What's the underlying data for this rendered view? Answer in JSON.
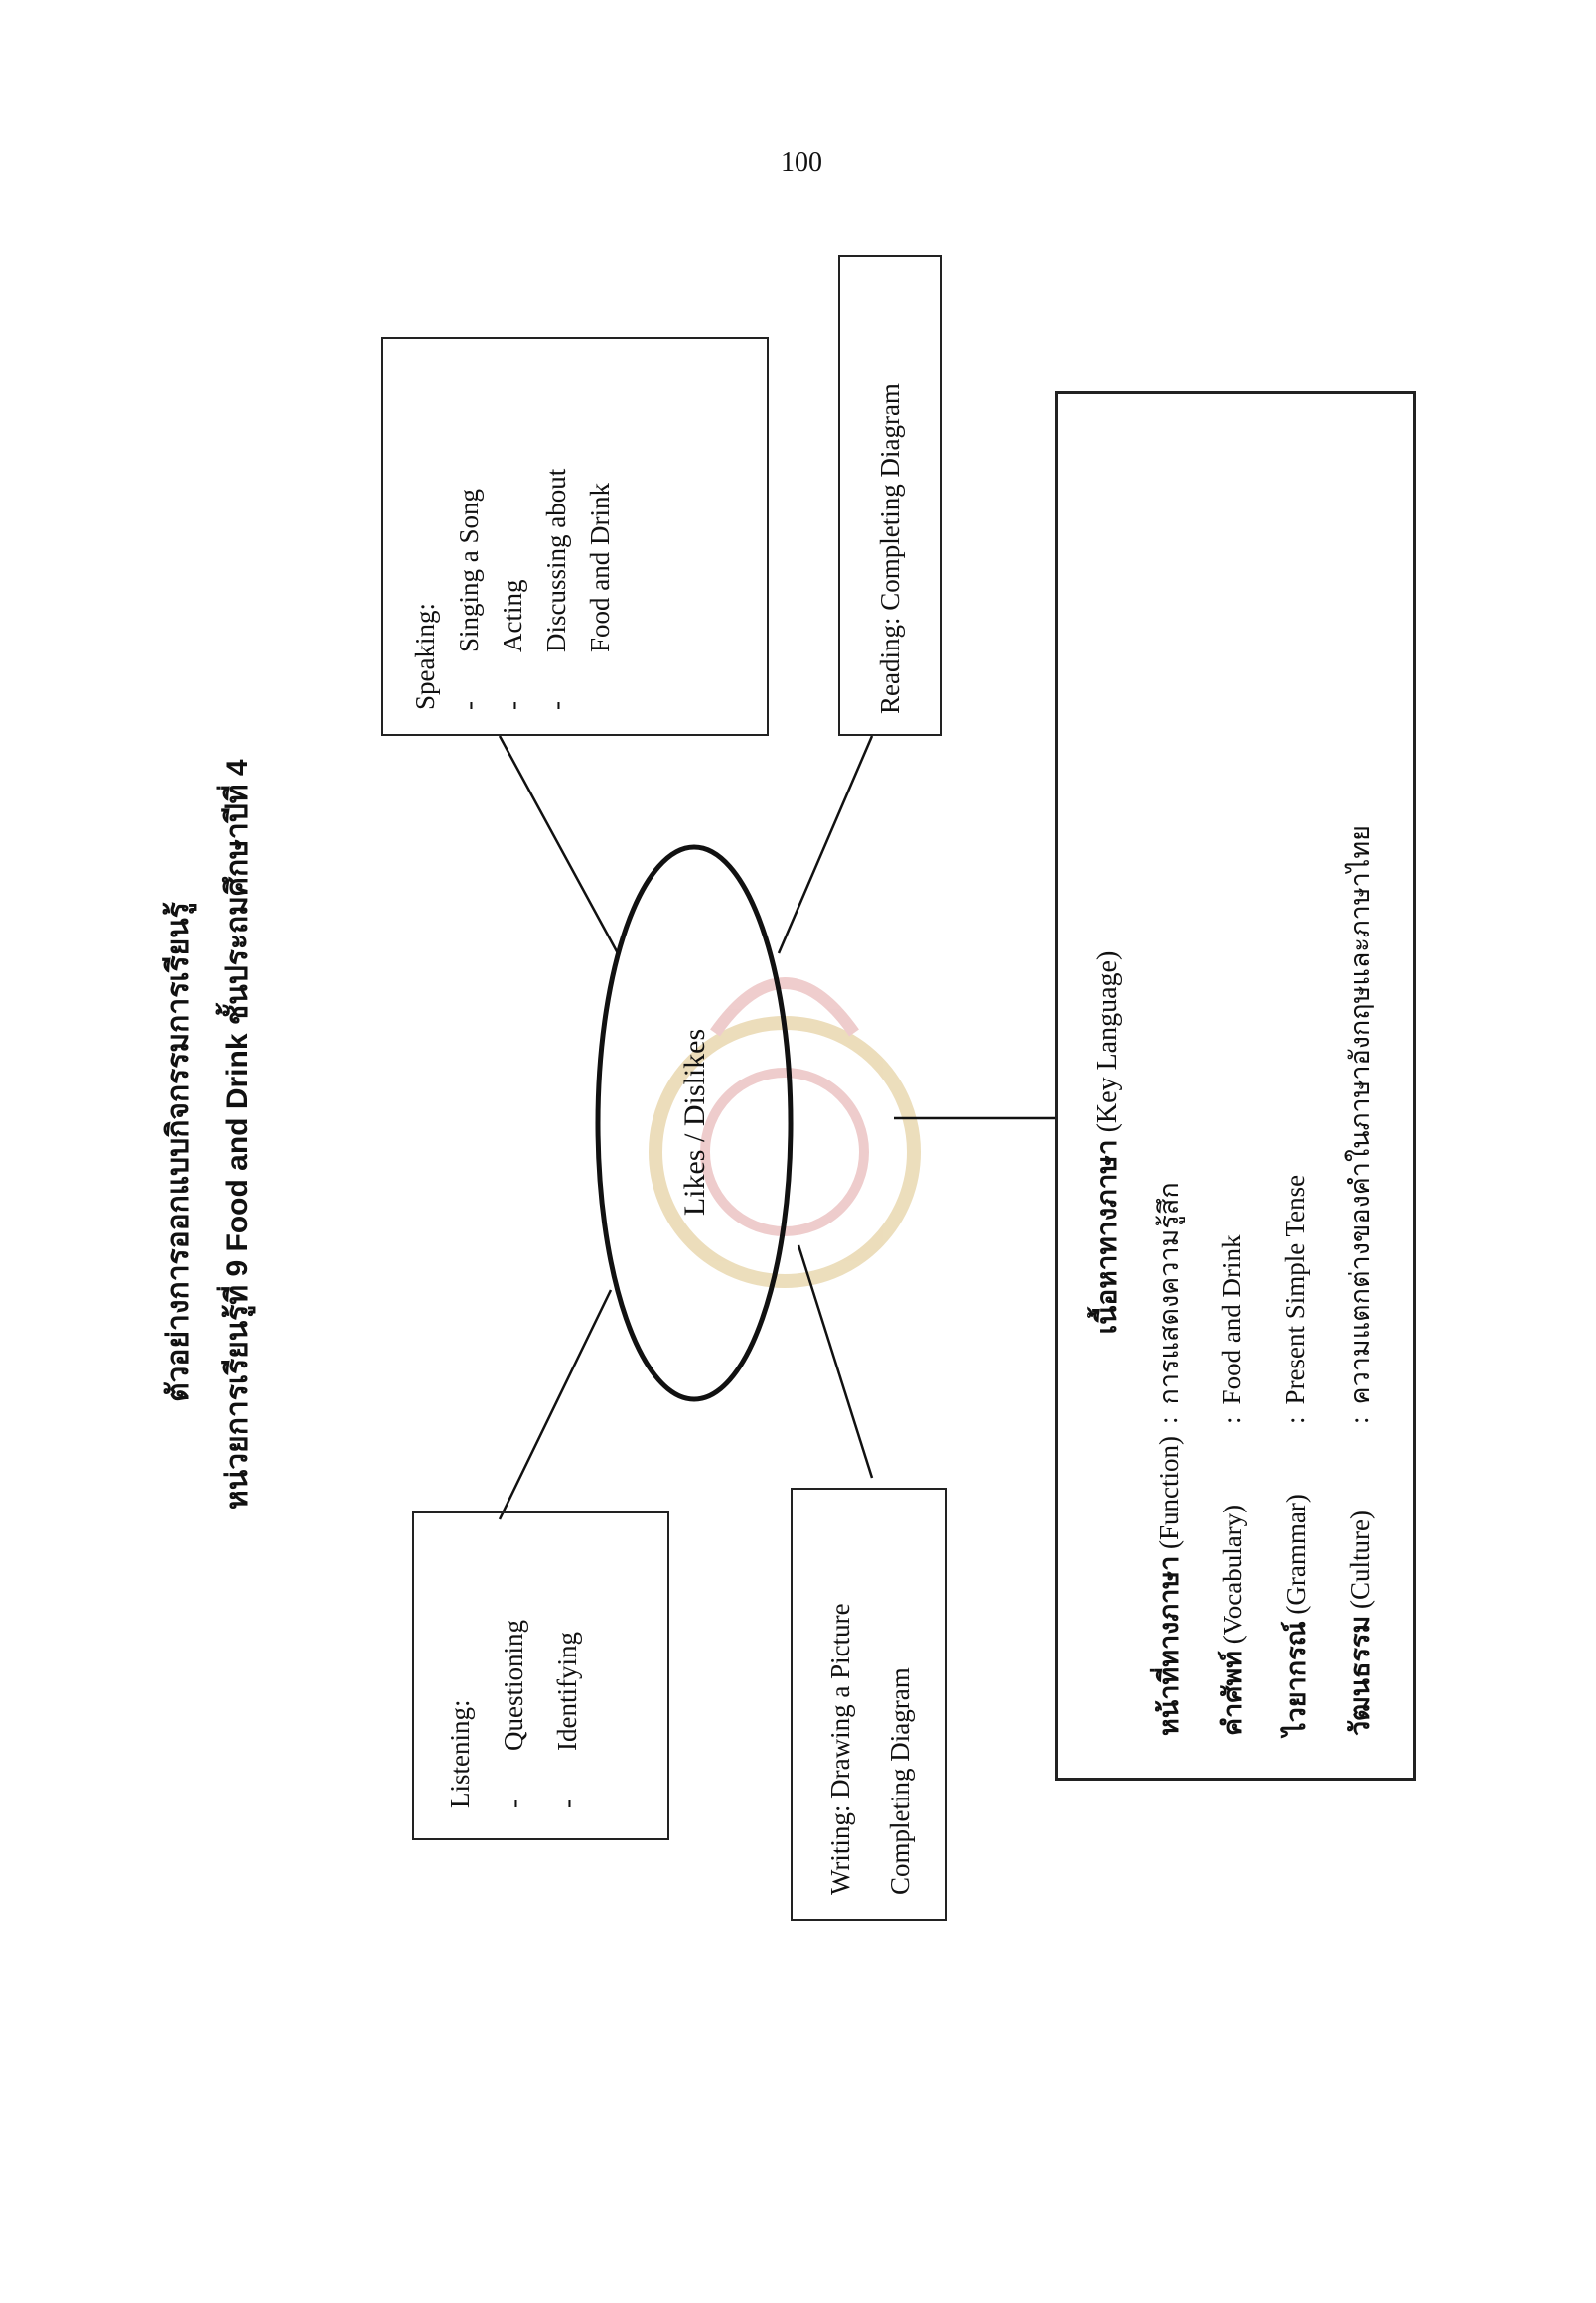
{
  "page_number": "100",
  "title": {
    "line1": "ตัวอย่างการออกแบบกิจกรรมการเรียนรู้",
    "line2": "หน่วยการเรียนรู้ที่ 9 Food and Drink ชั้นประถมศึกษาปีที่ 4"
  },
  "center": "Likes / Dislikes",
  "speaking": {
    "heading": "Speaking:",
    "items": [
      "Singing a Song",
      "Acting",
      "Discussing about"
    ],
    "continuation": "Food and Drink"
  },
  "reading": {
    "text": "Reading: Completing Diagram"
  },
  "listening": {
    "heading": "Listening:",
    "items": [
      "Questioning",
      "Identifying"
    ]
  },
  "writing": {
    "line1": "Writing: Drawing a Picture",
    "line2": "Completing Diagram"
  },
  "key_language": {
    "heading_thai": "เนื้อหาทางภาษา",
    "heading_en": "(Key Language)",
    "rows": [
      {
        "label_thai": "หน้าที่ทางภาษา",
        "label_en": "(Function)",
        "value": "การแสดงความรู้สึก"
      },
      {
        "label_thai": "คำศัพท์",
        "label_en": "(Vocabulary)",
        "value": "Food and Drink"
      },
      {
        "label_thai": "ไวยากรณ์",
        "label_en": "(Grammar)",
        "value": "Present Simple Tense"
      },
      {
        "label_thai": "วัฒนธรรม",
        "label_en": "(Culture)",
        "value": "ความแตกต่างของคำในภาษาอังกฤษและภาษาไทย"
      }
    ]
  },
  "watermark": "seal-emblem"
}
